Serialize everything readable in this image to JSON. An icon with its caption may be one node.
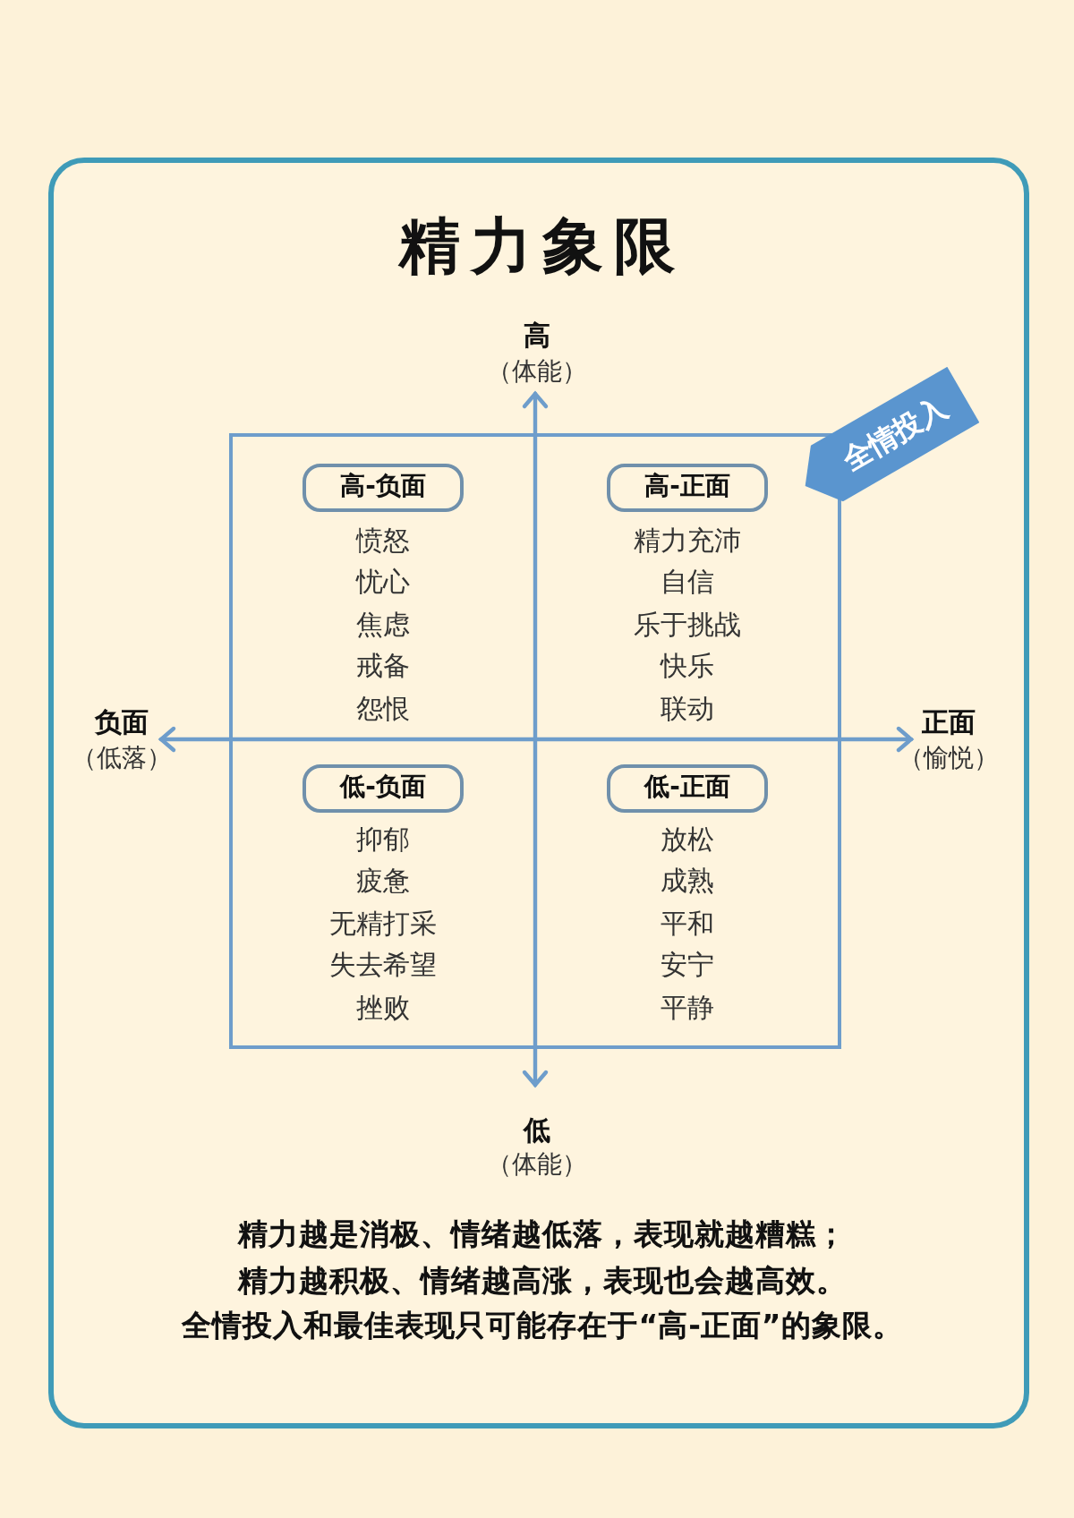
{
  "diagram": {
    "title": "精力象限",
    "caption": "精力越是消极、情绪越低落，表现就越糟糕；精力越积极、情绪越高涨，表现也会越高效。全情投入和最佳表现只可能存在于“高-正面”的象限。",
    "nodes": [
      {
        "text": [
          "全情投入"
        ]
      },
      {
        "text": [
          "愤怒",
          "忧心",
          "焦虑",
          "戒备",
          "怨恨"
        ]
      },
      {
        "text": [
          "高-负面"
        ],
        "in": 1
      },
      {
        "text": [
          "精力充沛",
          "自信",
          "乐于挑战",
          "快乐",
          "联动"
        ]
      },
      {
        "text": [
          "高-正面"
        ],
        "in": 3
      },
      {
        "text": [
          "抑郁",
          "疲惫",
          "无精打采",
          "失去希望",
          "挫败"
        ]
      },
      {
        "text": [
          "低-负面"
        ],
        "in": 5
      },
      {
        "text": [
          "放松",
          "成熟",
          "平和",
          "安宁",
          "平静"
        ]
      },
      {
        "text": [
          "低-正面"
        ],
        "in": 7
      }
    ],
    "labels": [
      "高",
      "（体能）",
      "负面",
      "（低落）",
      "正面",
      "（愉悦）",
      "低",
      "（体能）"
    ]
  }
}
